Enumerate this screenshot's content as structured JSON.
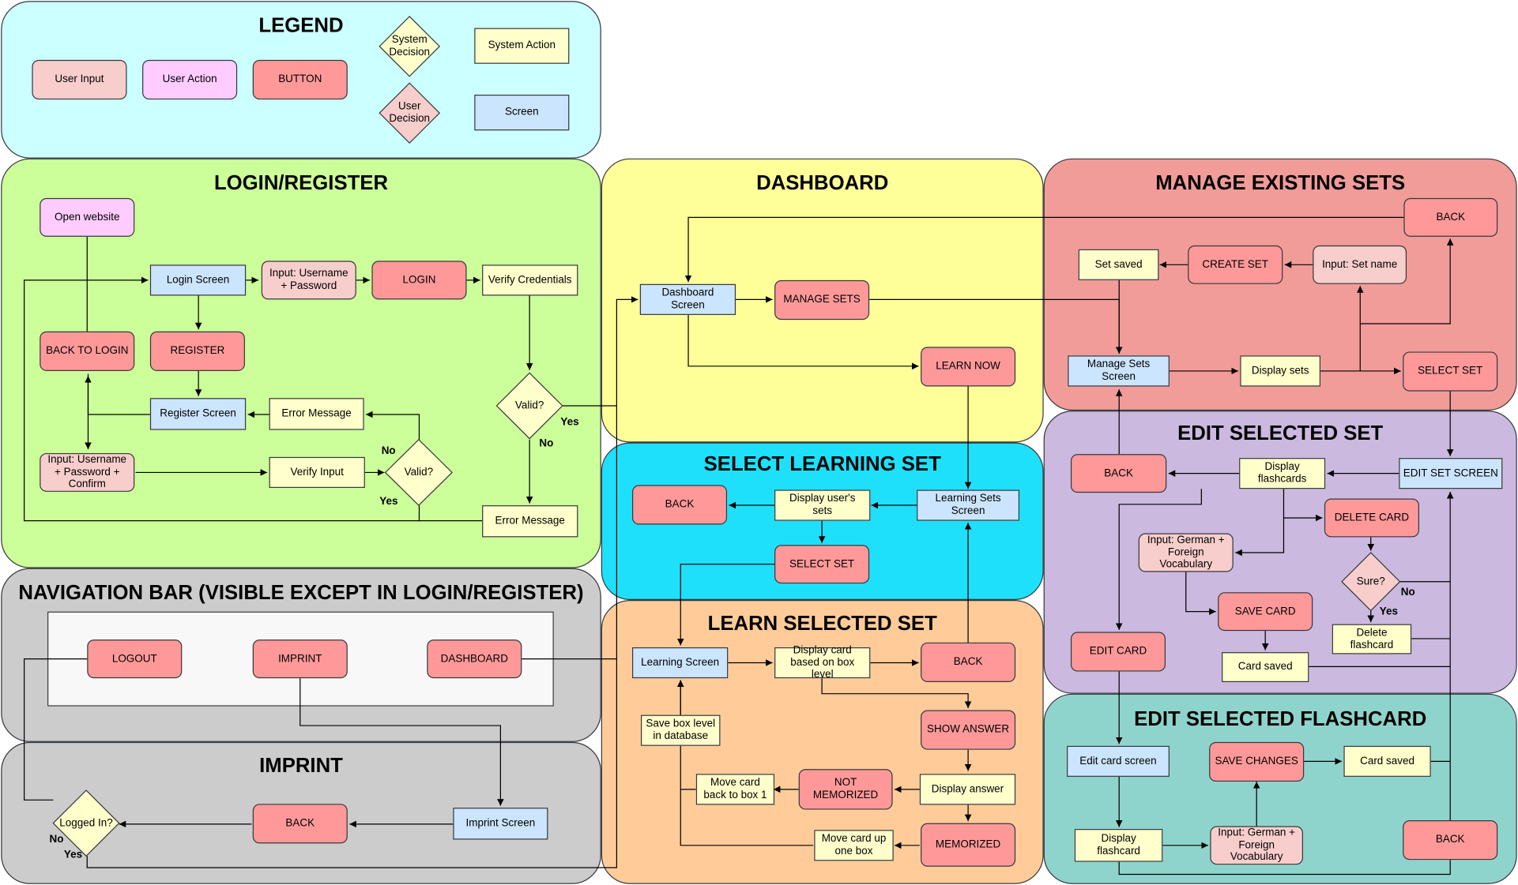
{
  "colors": {
    "legend": "#ccffff",
    "login": "#ccff99",
    "dashboard": "#ffff99",
    "manage": "#f19c99",
    "edit_set": "#cbb9e0",
    "select": "#1ee0fa",
    "learn": "#ffcc99",
    "edit_card": "#8fd4cc",
    "nav": "#cccccc",
    "screen": "#cce5ff",
    "button": "#ff9999",
    "system": "#ffffcc",
    "user_input": "#f8cecc",
    "user_action": "#ffccff"
  },
  "groups": {
    "legend": "LEGEND",
    "login": "LOGIN/REGISTER",
    "dashboard": "DASHBOARD",
    "manage": "MANAGE EXISTING SETS",
    "edit_set": "EDIT SELECTED SET",
    "select": "SELECT LEARNING SET",
    "learn": "LEARN SELECTED SET",
    "edit_card": "EDIT SELECTED FLASHCARD",
    "nav": "NAVIGATION BAR (VISIBLE EXCEPT IN LOGIN/REGISTER)",
    "imprint": "IMPRINT"
  },
  "legend": {
    "user_input": "User Input",
    "user_action": "User Action",
    "button": "BUTTON",
    "system_decision": "System Decision",
    "system_action": "System Action",
    "user_decision": "User Decision",
    "screen": "Screen"
  },
  "login": {
    "open_website": "Open website",
    "login_screen": "Login Screen",
    "input_user_pw": "Input: Username + Password",
    "login_btn": "LOGIN",
    "verify_credentials": "Verify Credentials",
    "back_to_login": "BACK TO LOGIN",
    "register_btn": "REGISTER",
    "register_screen": "Register Screen",
    "error_message_1": "Error Message",
    "valid_1": "Valid?",
    "input_register": "Input: Username + Password + Confirm",
    "verify_input": "Verify Input",
    "valid_2": "Valid?",
    "error_message_2": "Error Message",
    "yes_1": "Yes",
    "no_1": "No",
    "yes_2": "Yes",
    "no_2": "No"
  },
  "dashboard": {
    "dashboard_screen": "Dashboard Screen",
    "manage_sets": "MANAGE SETS",
    "learn_now": "LEARN NOW"
  },
  "manage": {
    "back": "BACK",
    "set_saved": "Set saved",
    "create_set": "CREATE SET",
    "input_set_name": "Input: Set name",
    "manage_sets_screen": "Manage Sets Screen",
    "display_sets": "Display sets",
    "select_set": "SELECT SET"
  },
  "edit_set": {
    "back": "BACK",
    "display_flashcards": "Display flashcards",
    "edit_set_screen": "EDIT SET SCREEN",
    "delete_card": "DELETE CARD",
    "input_vocab": "Input: German + Foreign Vocabulary",
    "sure": "Sure?",
    "save_card": "SAVE CARD",
    "delete_flashcard": "Delete flashcard",
    "edit_card": "EDIT CARD",
    "card_saved": "Card saved",
    "no": "No",
    "yes": "Yes"
  },
  "select": {
    "back": "BACK",
    "display_users_sets": "Display user's sets",
    "learning_sets_screen": "Learning Sets Screen",
    "select_set": "SELECT SET"
  },
  "learn": {
    "learning_screen": "Learning Screen",
    "display_card": "Display card based on box level",
    "back": "BACK",
    "save_box_level": "Save box level in database",
    "show_answer": "SHOW ANSWER",
    "move_back": "Move card back to box 1",
    "not_memorized": "NOT MEMORIZED",
    "display_answer": "Display answer",
    "move_up": "Move card up one box",
    "memorized": "MEMORIZED"
  },
  "edit_card": {
    "edit_card_screen": "Edit card screen",
    "save_changes": "SAVE CHANGES",
    "card_saved": "Card saved",
    "display_flashcard": "Display flashcard",
    "input_vocab": "Input: German + Foreign Vocabulary",
    "back": "BACK"
  },
  "nav": {
    "logout": "LOGOUT",
    "imprint": "IMPRINT",
    "dashboard": "DASHBOARD"
  },
  "imprint": {
    "imprint_screen": "Imprint Screen",
    "back": "BACK",
    "logged_in": "Logged In?",
    "no": "No",
    "yes": "Yes"
  }
}
